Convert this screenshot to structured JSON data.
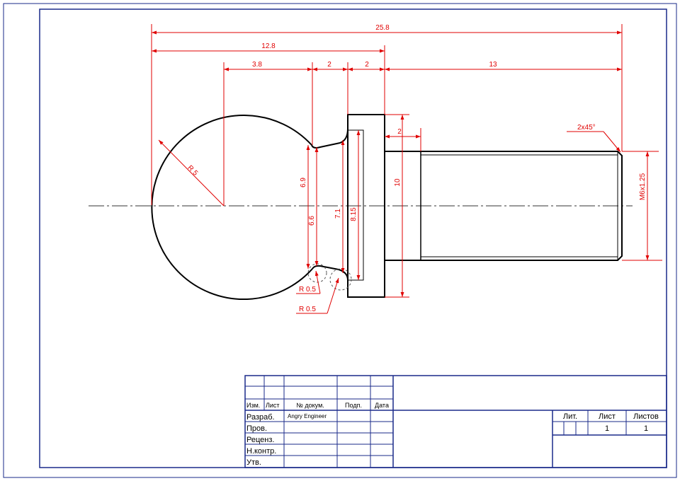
{
  "colors": {
    "frame": "#1a2a8a",
    "outline": "#000000",
    "dimension": "#e00000",
    "axis": "#333333"
  },
  "drawing": {
    "dimensions": {
      "overall_length": "25.8",
      "head_length": "12.8",
      "ball_offset": "3.8",
      "neck_length": "2",
      "collar_length": "2",
      "thread_length": "13",
      "undercut_length": "2",
      "chamfer": "2x45°",
      "ball_radius": "R 5",
      "neck_dia_outer": "6.9",
      "neck_dia_inner": "6.6",
      "collar_inner_dia": "7.1",
      "collar_groove_dia": "8.15",
      "collar_dia": "10",
      "thread": "M6x1.25",
      "fillet_1": "R 0.5",
      "fillet_2": "R 0.5"
    }
  },
  "title_block": {
    "headers": {
      "izm": "Изм.",
      "list": "Лист",
      "doc_no": "№ докум.",
      "sign": "Подп.",
      "date": "Дата"
    },
    "rows": {
      "razrab": "Разраб.",
      "prov": "Пров.",
      "recenz": "Реценз.",
      "nkontr": "Н.контр.",
      "utv": "Утв."
    },
    "author": "Angry Engineer",
    "lit_label": "Лит.",
    "sheet_label": "Лист",
    "sheets_label": "Листов",
    "sheet_value": "1",
    "sheets_value": "1"
  }
}
